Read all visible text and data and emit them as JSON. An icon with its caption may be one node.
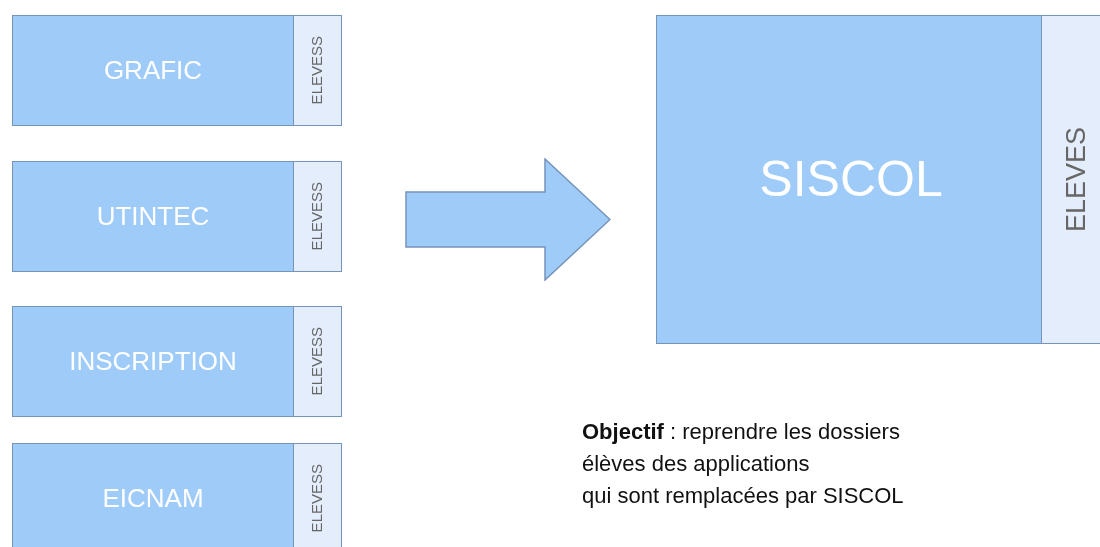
{
  "diagram": {
    "nodes": [
      {
        "text": [
          "GRAFIC"
        ]
      },
      {
        "text": [
          "ELEVESS"
        ],
        "in": 0
      },
      {
        "text": [
          "UTINTEC"
        ]
      },
      {
        "text": [
          "ELEVESS"
        ],
        "in": 2
      },
      {
        "text": [
          "INSCRIPTION"
        ]
      },
      {
        "text": [
          "ELEVESS"
        ],
        "in": 4
      },
      {
        "text": [
          "EICNAM"
        ]
      },
      {
        "text": [
          "ELEVESS"
        ],
        "in": 6
      },
      {
        "text": [],
        "shape": "arrow"
      },
      {
        "text": [
          "SISCOL"
        ]
      },
      {
        "text": [
          "ELEVES"
        ],
        "in": 9
      }
    ],
    "edges": [],
    "labels": [
      "**Objectif** : reprendre les dossiers",
      "élèves des applications",
      "qui sont remplacées par SISCOL"
    ]
  }
}
